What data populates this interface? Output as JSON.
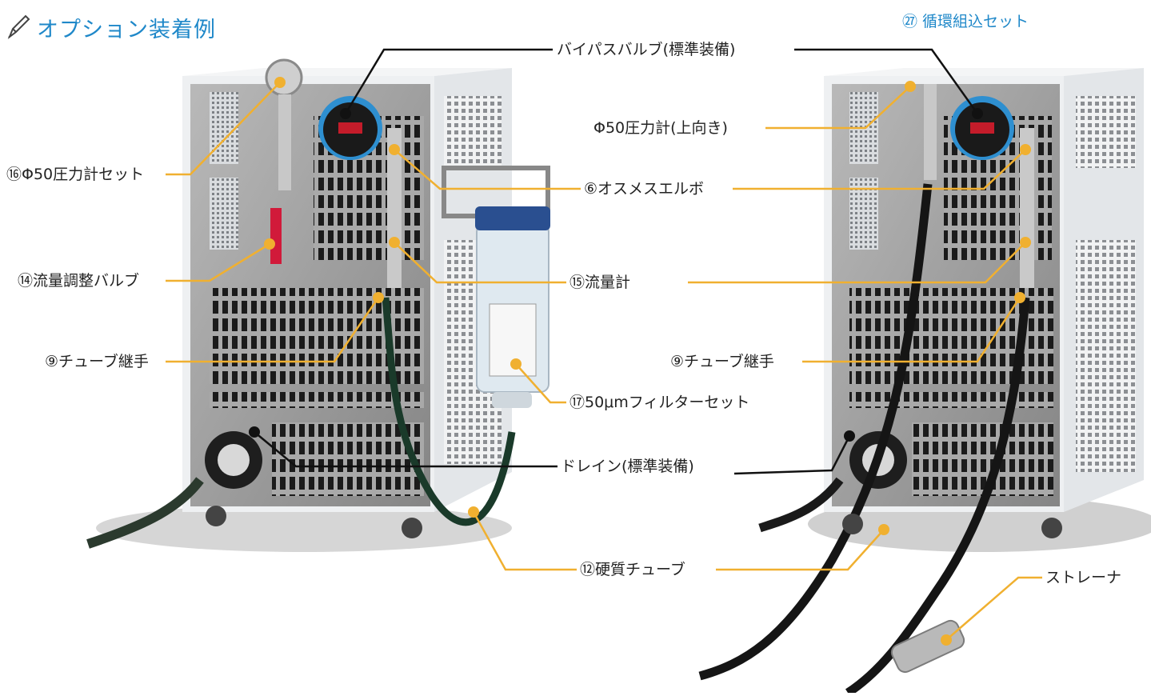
{
  "header": {
    "title": "オプション装着例",
    "right_set_title": "㉗ 循環組込セット",
    "pen_icon": "pen-icon"
  },
  "labels": {
    "bypass_valve": "バイパスバルブ(標準装備)",
    "gauge_set": "⑯Φ50圧力計セット",
    "flow_valve": "⑭流量調整バルブ",
    "tube_joint_left": "⑨チューブ継手",
    "elbow": "⑥オスメスエルボ",
    "flowmeter": "⑮流量計",
    "filter_set": "⑰50μmフィルターセット",
    "drain": "ドレイン(標準装備)",
    "hard_tube": "⑫硬質チューブ",
    "gauge_up": "Φ50圧力計(上向き)",
    "tube_joint_right": "⑨チューブ継手",
    "strainer": "ストレーナ"
  },
  "colors": {
    "title_blue": "#1f88c9",
    "option_line": "#f0b030",
    "standard_line": "#111111",
    "cabinet_white": "#eef0f2",
    "steel_panel": "#9a9a9a"
  }
}
